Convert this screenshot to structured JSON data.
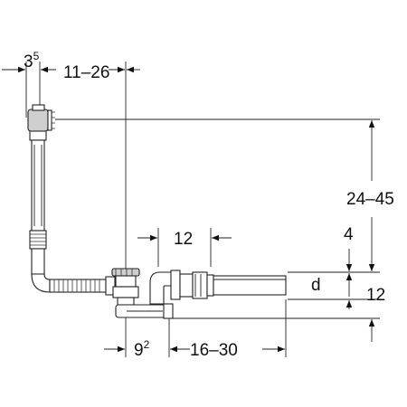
{
  "dimensions": {
    "offset_left": {
      "base": "3",
      "sup": "5"
    },
    "range_top": "11–26",
    "height_range": "24–45",
    "spacing_12": "12",
    "overflow_gap": "4",
    "diameter": "d",
    "pipe_12": "12",
    "offset_bottom": {
      "base": "9",
      "sup": "2"
    },
    "range_bottom": "16–30"
  }
}
